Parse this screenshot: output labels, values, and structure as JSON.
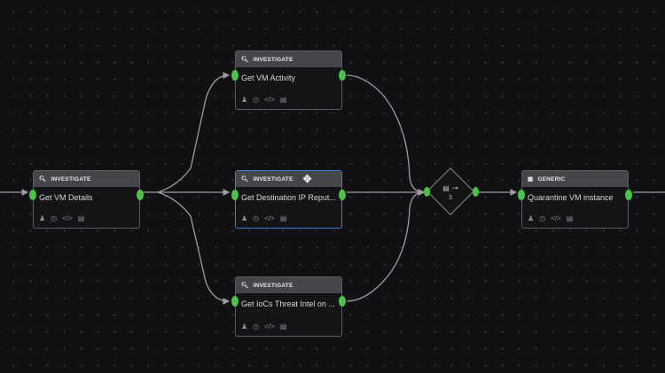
{
  "nodes": [
    {
      "type": "INVESTIGATE",
      "title": "Get VM Details"
    },
    {
      "type": "INVESTIGATE",
      "title": "Get VM Activity"
    },
    {
      "type": "INVESTIGATE",
      "title": "Get Destination IP Reput..."
    },
    {
      "type": "INVESTIGATE",
      "title": "Get IoCs Threat Intel on ..."
    },
    {
      "type": "GENERIC",
      "title": "Quarantine VM instance"
    }
  ],
  "merge": {
    "count": "3"
  },
  "colors": {
    "port": "#4cc24c",
    "selected": "#3f7fd6",
    "header": "#44464c"
  }
}
